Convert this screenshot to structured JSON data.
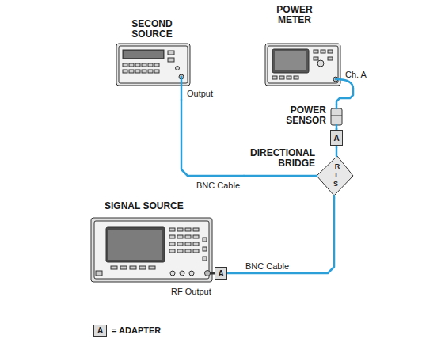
{
  "diagram": {
    "nodes": [
      {
        "text": [
          "SECOND SOURCE",
          "Output"
        ]
      },
      {
        "text": [
          "POWER METER",
          "Ch. A"
        ]
      },
      {
        "text": [
          "POWER SENSOR"
        ]
      },
      {
        "text": [
          "A"
        ]
      },
      {
        "text": [
          "DIRECTIONAL BRIDGE",
          "R",
          "L",
          "S"
        ]
      },
      {
        "text": [
          "SIGNAL SOURCE",
          "RF Output"
        ]
      },
      {
        "text": [
          "A"
        ]
      }
    ],
    "edges": [
      {
        "from": 0,
        "to": 4,
        "label": "BNC Cable",
        "arrow": "none"
      },
      {
        "from": 1,
        "to": 2,
        "arrow": "none"
      },
      {
        "from": 2,
        "to": 3,
        "arrow": "none"
      },
      {
        "from": 3,
        "to": 4,
        "arrow": "none"
      },
      {
        "from": 6,
        "to": 4,
        "label": "BNC Cable",
        "arrow": "none"
      }
    ],
    "labels": [
      "A"
    ],
    "legend": [
      {
        "text": "= ADAPTER"
      }
    ]
  }
}
